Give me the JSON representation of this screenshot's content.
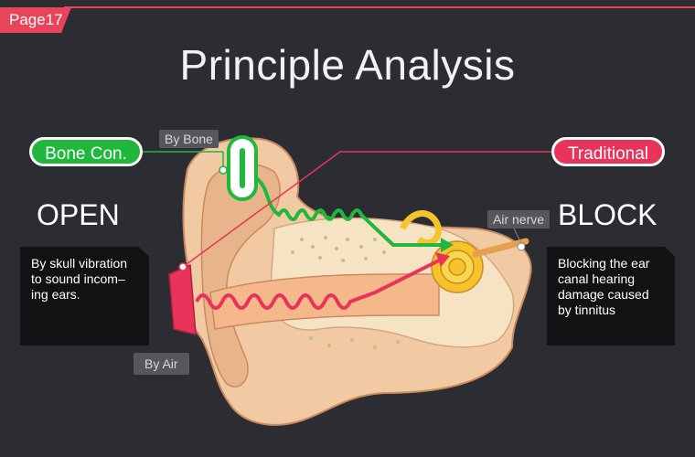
{
  "page_label": "Page17",
  "title": "Principle Analysis",
  "left": {
    "pill": "Bone Con.",
    "heading": "OPEN",
    "description": "By skull vibration to sound incom–ing ears."
  },
  "right": {
    "pill": "Traditional",
    "heading": "BLOCK",
    "description": "Blocking the ear canal hearing damage caused by tinnitus"
  },
  "tags": {
    "bone": "By Bone",
    "air": "By Air",
    "nerve": "Air nerve"
  },
  "colors": {
    "accent_red": "#e8455b",
    "bone_green": "#1fb83c",
    "air_red": "#e8345b",
    "background": "#2c2d32"
  }
}
